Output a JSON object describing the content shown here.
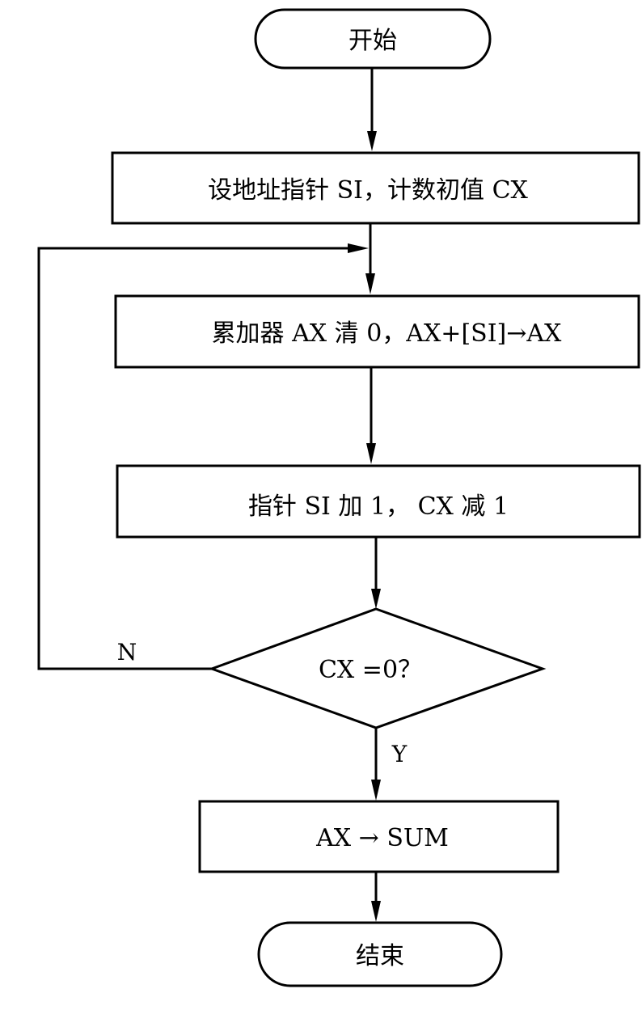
{
  "diagram": {
    "type": "flowchart",
    "stroke_color": "#000000",
    "background": "#ffffff",
    "nodes": {
      "start": {
        "kind": "terminal",
        "label": "开始"
      },
      "init": {
        "kind": "process",
        "label": "设地址指针 SI，计数初值 CX"
      },
      "accumulate": {
        "kind": "process",
        "label": "累加器 AX 清 0，AX+[SI]→AX"
      },
      "step": {
        "kind": "process",
        "label": "指针 SI 加 1， CX  减 1"
      },
      "decision": {
        "kind": "decision",
        "label": "CX =0？"
      },
      "store": {
        "kind": "process",
        "label": "AX → SUM"
      },
      "end": {
        "kind": "terminal",
        "label": "结束"
      }
    },
    "edges": [
      {
        "from": "start",
        "to": "init",
        "label": ""
      },
      {
        "from": "init",
        "to": "accumulate",
        "label": ""
      },
      {
        "from": "accumulate",
        "to": "step",
        "label": ""
      },
      {
        "from": "step",
        "to": "decision",
        "label": ""
      },
      {
        "from": "decision",
        "to": "accumulate",
        "label": "N"
      },
      {
        "from": "decision",
        "to": "store",
        "label": "Y"
      },
      {
        "from": "store",
        "to": "end",
        "label": ""
      }
    ],
    "branch_labels": {
      "no": "N",
      "yes": "Y"
    }
  }
}
